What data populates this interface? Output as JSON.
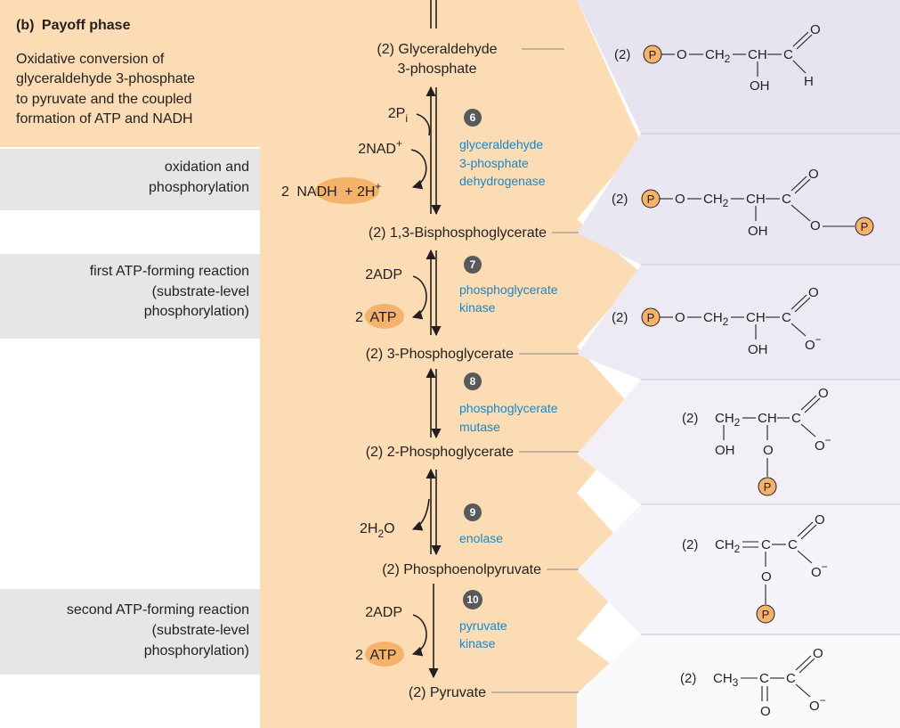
{
  "panel": {
    "label": "(b)",
    "title": "Payoff phase",
    "description": [
      "Oxidative conversion of",
      "glyceraldehyde 3-phosphate",
      "to pyruvate and the coupled",
      "formation of ATP and NADH"
    ]
  },
  "side_labels": {
    "oxidation": [
      "oxidation and",
      "phosphorylation"
    ],
    "first_atp": [
      "first ATP-forming reaction",
      "(substrate-level",
      "phosphorylation)"
    ],
    "second_atp": [
      "second ATP-forming reaction",
      "(substrate-level",
      "phosphorylation)"
    ]
  },
  "intermediates": {
    "g3p": [
      "(2) Glyceraldehyde",
      "3-phosphate"
    ],
    "bpg": "(2) 1,3-Bisphosphoglycerate",
    "pg3": "(2) 3-Phosphoglycerate",
    "pg2": "(2) 2-Phosphoglycerate",
    "pep": "(2) Phosphoenolpyruvate",
    "pyr": "(2) Pyruvate"
  },
  "steps": {
    "s6": {
      "number": "6",
      "enzyme": [
        "glyceraldehyde",
        "3-phosphate",
        "dehydrogenase"
      ]
    },
    "s7": {
      "number": "7",
      "enzyme": [
        "phosphoglycerate",
        "kinase"
      ]
    },
    "s8": {
      "number": "8",
      "enzyme": [
        "phosphoglycerate",
        "mutase"
      ]
    },
    "s9": {
      "number": "9",
      "enzyme": [
        "enolase"
      ]
    },
    "s10": {
      "number": "10",
      "enzyme": [
        "pyruvate",
        "kinase"
      ]
    }
  },
  "cofactors": {
    "pi": "2P",
    "pi_sub": "i",
    "nad": "2NAD",
    "nad_sup": "+",
    "nadh_prefix": "2",
    "nadh": "NADH",
    "h": "+ 2H",
    "h_sup": "+",
    "adp": "2ADP",
    "atp_prefix": "2",
    "atp": "ATP",
    "h2o_a": "2H",
    "h2o_sub": "2",
    "h2o_b": "O"
  },
  "structures": {
    "count": "(2)",
    "p": "P",
    "o": "O",
    "ch2": "CH",
    "ch2_sub": "2",
    "ch": "CH",
    "c": "C",
    "ch3": "CH",
    "ch3_sub": "3",
    "oh": "OH",
    "h": "H",
    "ominus": "O",
    "minus": "−"
  },
  "colors": {
    "peach": "#fbdcb4",
    "lavender": "#e8e3f0",
    "gray_box": "#e6e6e6",
    "enzyme_blue": "#1a86c8",
    "badge": "#58595b",
    "phosphate": "#f5b26b"
  }
}
